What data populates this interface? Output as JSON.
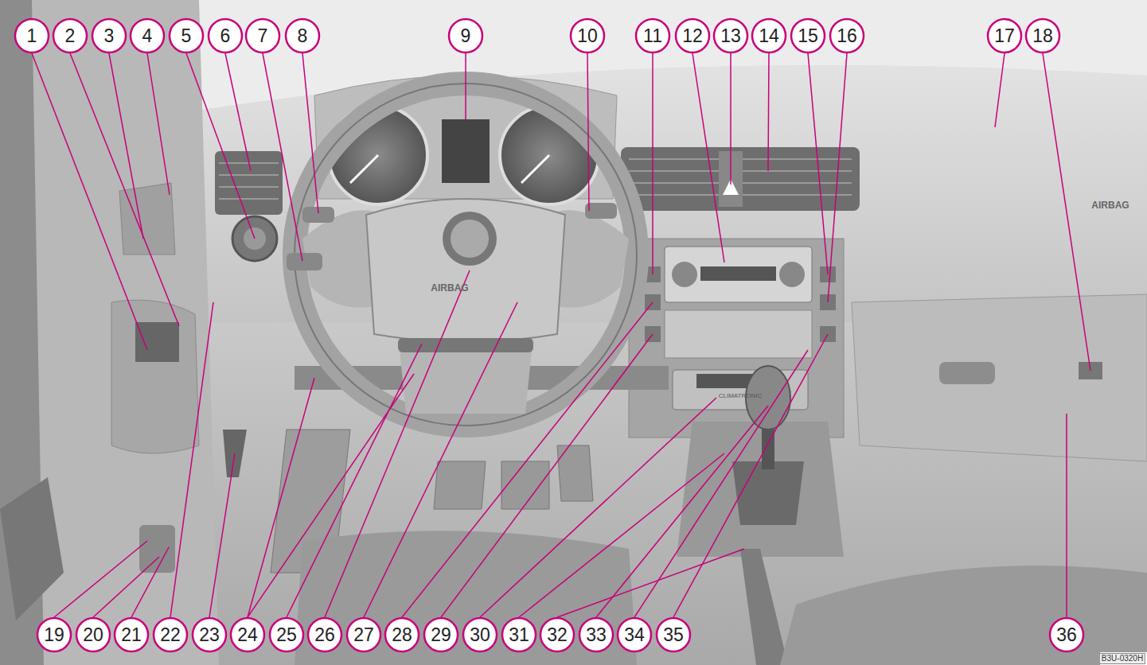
{
  "diagram": {
    "labels": [
      "1",
      "2",
      "3",
      "4",
      "5",
      "6",
      "7",
      "8",
      "9",
      "10",
      "11",
      "12",
      "13",
      "14",
      "15",
      "16",
      "17",
      "18",
      "19",
      "20",
      "21",
      "22",
      "23",
      "24",
      "25",
      "26",
      "27",
      "28",
      "29",
      "30",
      "31",
      "32",
      "33",
      "34",
      "35",
      "36",
      "AIRBAG",
      "AIRBAG",
      "CLIMATRONIC",
      "B3U-0320H"
    ]
  }
}
